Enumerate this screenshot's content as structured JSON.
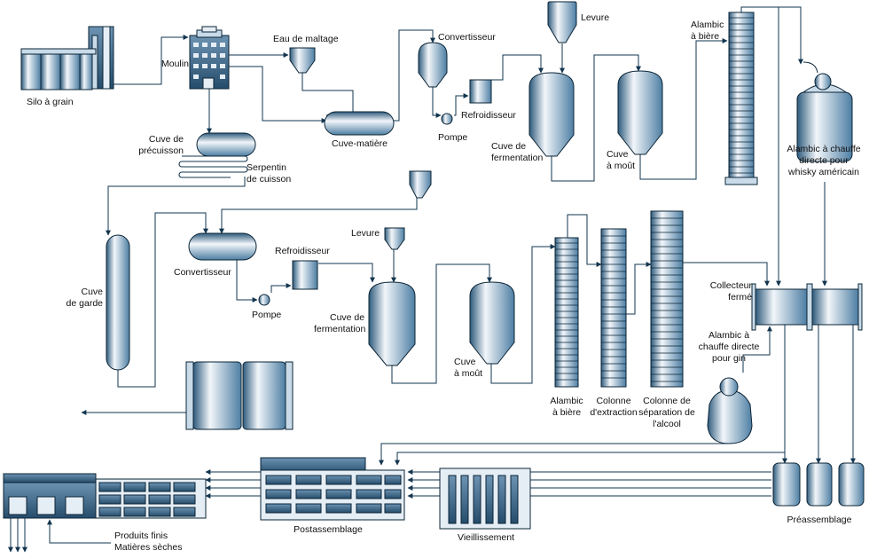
{
  "labels": {
    "silo": "Silo à grain",
    "moulin": "Moulin",
    "eau_maltage": "Eau de maltage",
    "convertisseur_top": "Convertisseur",
    "levure_top": "Levure",
    "alambic_biere_top_1": "Alambic",
    "alambic_biere_top_2": "à bière",
    "cuve_matiere": "Cuve-matière",
    "refroidisseur_top": "Refroidisseur",
    "pompe_top": "Pompe",
    "cuve_fermentation_top_1": "Cuve de",
    "cuve_fermentation_top_2": "fermentation",
    "cuve_mout_top_1": "Cuve",
    "cuve_mout_top_2": "à moût",
    "alambic_whisky_1": "Alambic à chauffe",
    "alambic_whisky_2": "directe pour",
    "alambic_whisky_3": "whisky américain",
    "cuve_precuisson_1": "Cuve de",
    "cuve_precuisson_2": "précuisson",
    "serpentin_1": "Serpentin",
    "serpentin_2": "de cuisson",
    "levure_mid": "Levure",
    "refroidisseur_mid": "Refroidisseur",
    "convertisseur_mid": "Convertisseur",
    "pompe_mid": "Pompe",
    "cuve_garde_1": "Cuve",
    "cuve_garde_2": "de garde",
    "cuve_fermentation_mid_1": "Cuve de",
    "cuve_fermentation_mid_2": "fermentation",
    "cuve_mout_mid_1": "Cuve",
    "cuve_mout_mid_2": "à moût",
    "collecteur_1": "Collecteur",
    "collecteur_2": "fermé",
    "alambic_gin_1": "Alambic à",
    "alambic_gin_2": "chauffe directe",
    "alambic_gin_3": "pour gin",
    "alambic_biere_mid_1": "Alambic",
    "alambic_biere_mid_2": "à bière",
    "colonne_extraction_1": "Colonne",
    "colonne_extraction_2": "d'extraction",
    "colonne_separation_1": "Colonne de",
    "colonne_separation_2": "séparation de",
    "colonne_separation_3": "l'alcool",
    "postassemblage": "Postassemblage",
    "vieillissement": "Vieillissement",
    "preassemblage": "Préassemblage",
    "produits_finis": "Produits finis",
    "matieres_seches": "Matières sèches"
  },
  "colors": {
    "equipment_fill_light": "#e6eef5",
    "equipment_fill_dark": "#3f6f94",
    "outline": "#0b2436",
    "pipe": "#12354f"
  }
}
